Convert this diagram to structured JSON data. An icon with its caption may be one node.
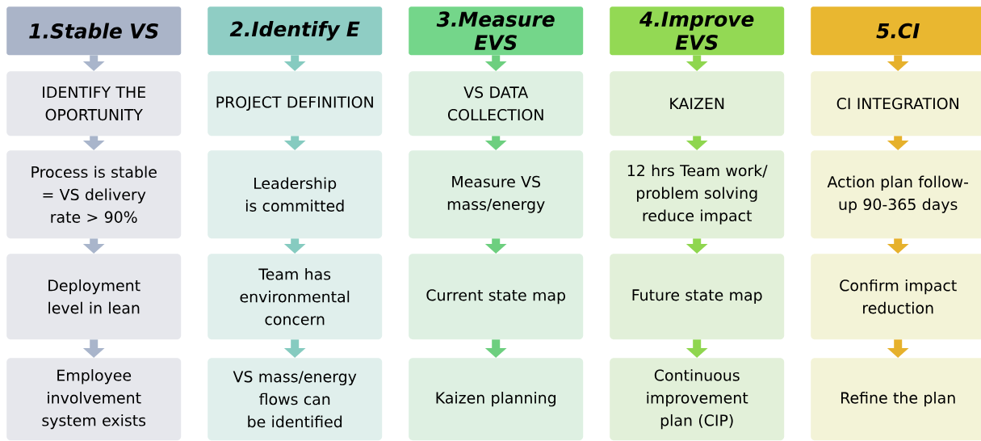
{
  "diagram": {
    "nodes": [
      {
        "text": [
          "1.Stable VS"
        ]
      },
      {
        "text": [
          "IDENTIFY THE OPORTUNITY"
        ]
      },
      {
        "text": [
          "Process is stable = VS delivery rate > 90%"
        ]
      },
      {
        "text": [
          "Deployment level in lean"
        ]
      },
      {
        "text": [
          "Employee involvement system exists"
        ]
      },
      {
        "text": [
          "2.Identify E"
        ]
      },
      {
        "text": [
          "PROJECT DEFINITION"
        ]
      },
      {
        "text": [
          "Leadership is committed"
        ]
      },
      {
        "text": [
          "Team has environmental concern"
        ]
      },
      {
        "text": [
          "VS mass/energy flows can be identified"
        ]
      },
      {
        "text": [
          "3.Measure EVS"
        ]
      },
      {
        "text": [
          "VS DATA COLLECTION"
        ]
      },
      {
        "text": [
          "Measure VS mass/energy"
        ]
      },
      {
        "text": [
          "Current state map"
        ]
      },
      {
        "text": [
          "Kaizen planning"
        ]
      },
      {
        "text": [
          "4.Improve EVS"
        ]
      },
      {
        "text": [
          "KAIZEN"
        ]
      },
      {
        "text": [
          "12 hrs Team work/ problem solving reduce impact"
        ]
      },
      {
        "text": [
          "Future state map"
        ]
      },
      {
        "text": [
          "Continuous improvement plan (CIP)"
        ]
      },
      {
        "text": [
          "5.CI"
        ]
      },
      {
        "text": [
          "CI INTEGRATION"
        ]
      },
      {
        "text": [
          "Action plan follow-up 90-365 days"
        ]
      },
      {
        "text": [
          "Confirm impact reduction"
        ]
      },
      {
        "text": [
          "Refine the plan"
        ]
      }
    ],
    "edges": [
      {
        "from": 0,
        "to": 1,
        "arrow": "to",
        "color": "#a9b5cb"
      },
      {
        "from": 1,
        "to": 2,
        "arrow": "to",
        "color": "#a9b5cb"
      },
      {
        "from": 2,
        "to": 3,
        "arrow": "to",
        "color": "#a9b5cb"
      },
      {
        "from": 3,
        "to": 4,
        "arrow": "to",
        "color": "#a9b5cb"
      },
      {
        "from": 5,
        "to": 6,
        "arrow": "to",
        "color": "#86cbc0"
      },
      {
        "from": 6,
        "to": 7,
        "arrow": "to",
        "color": "#86cbc0"
      },
      {
        "from": 7,
        "to": 8,
        "arrow": "to",
        "color": "#86cbc0"
      },
      {
        "from": 8,
        "to": 9,
        "arrow": "to",
        "color": "#86cbc0"
      },
      {
        "from": 10,
        "to": 11,
        "arrow": "to",
        "color": "#6dcf7f"
      },
      {
        "from": 11,
        "to": 12,
        "arrow": "to",
        "color": "#6dcf7f"
      },
      {
        "from": 12,
        "to": 13,
        "arrow": "to",
        "color": "#6dcf7f"
      },
      {
        "from": 13,
        "to": 14,
        "arrow": "to",
        "color": "#6dcf7f"
      },
      {
        "from": 15,
        "to": 16,
        "arrow": "to",
        "color": "#8fd64f"
      },
      {
        "from": 16,
        "to": 17,
        "arrow": "to",
        "color": "#8fd64f"
      },
      {
        "from": 17,
        "to": 18,
        "arrow": "to",
        "color": "#8fd64f"
      },
      {
        "from": 18,
        "to": 19,
        "arrow": "to",
        "color": "#8fd64f"
      },
      {
        "from": 20,
        "to": 21,
        "arrow": "to",
        "color": "#e6b12c"
      },
      {
        "from": 21,
        "to": 22,
        "arrow": "to",
        "color": "#e6b12c"
      },
      {
        "from": 22,
        "to": 23,
        "arrow": "to",
        "color": "#e6b12c"
      },
      {
        "from": 23,
        "to": 24,
        "arrow": "to",
        "color": "#e6b12c"
      }
    ]
  }
}
